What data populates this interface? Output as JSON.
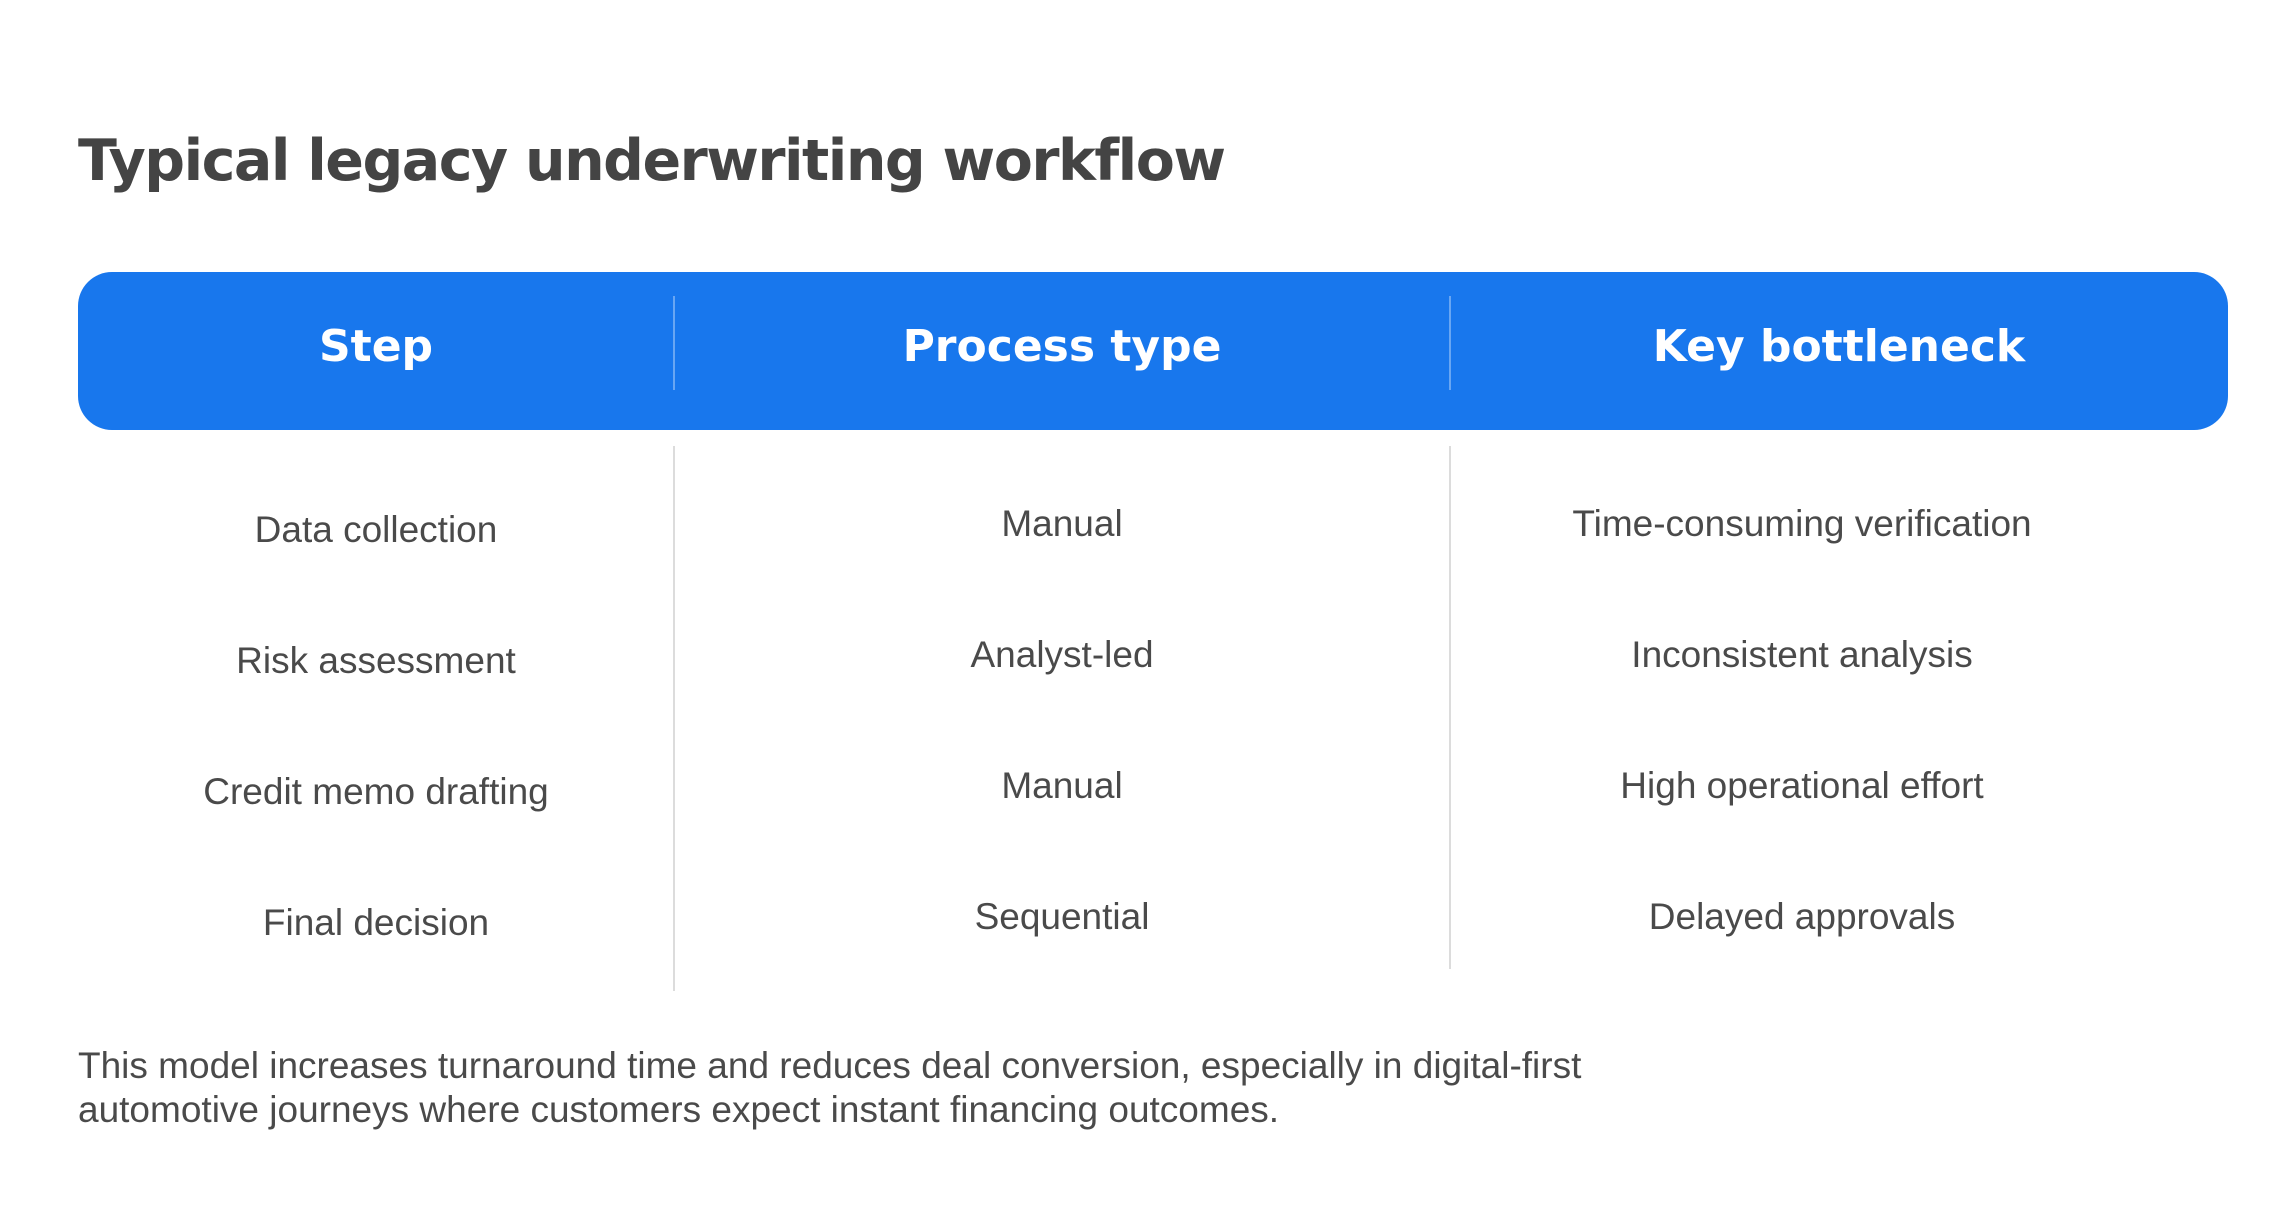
{
  "title": "Typical legacy underwriting workflow",
  "table": {
    "headers": {
      "step": "Step",
      "process_type": "Process type",
      "key_bottleneck": "Key bottleneck"
    },
    "rows": [
      {
        "step": "Data collection",
        "process_type": "Manual",
        "key_bottleneck": "Time-consuming verification"
      },
      {
        "step": "Risk assessment",
        "process_type": "Analyst-led",
        "key_bottleneck": "Inconsistent analysis"
      },
      {
        "step": "Credit memo drafting",
        "process_type": "Manual",
        "key_bottleneck": "High operational effort"
      },
      {
        "step": "Final decision",
        "process_type": "Sequential",
        "key_bottleneck": "Delayed approvals"
      }
    ]
  },
  "footnote": {
    "line1": "This model increases turnaround time and reduces deal conversion, especially in digital-first",
    "line2": "automotive journeys where customers expect instant financing outcomes."
  },
  "colors": {
    "header_background": "#1877ed",
    "header_text": "#ffffff",
    "body_text": "#4a4a4a",
    "title_text": "#444444",
    "divider": "#dcdcdc"
  }
}
